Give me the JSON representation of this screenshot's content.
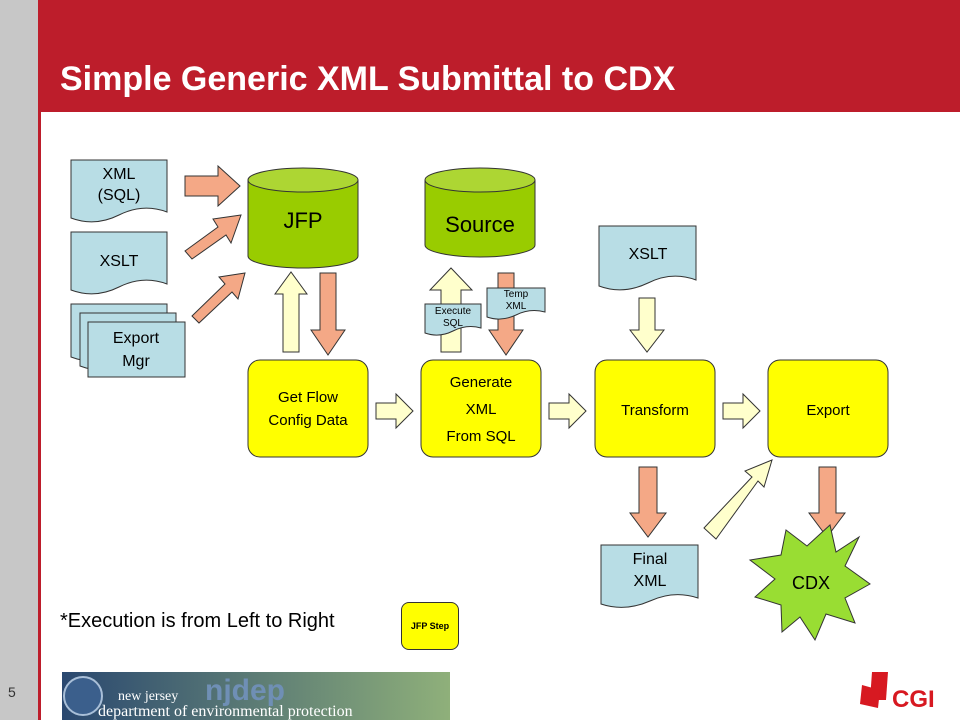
{
  "header": {
    "title": "Simple Generic XML Submittal to CDX"
  },
  "inputs": {
    "xml_sql": [
      "XML",
      "(SQL)"
    ],
    "xslt": "XSLT",
    "export_mgr": [
      "Export",
      "Mgr"
    ]
  },
  "databases": {
    "jfp": "JFP",
    "source": "Source"
  },
  "steps": {
    "get_flow": [
      "Get Flow",
      "Config Data"
    ],
    "generate": [
      "Generate",
      "XML",
      "From SQL"
    ],
    "transform": "Transform",
    "export": "Export"
  },
  "docs": {
    "execute_sql": [
      "Execute",
      "SQL"
    ],
    "temp_xml": [
      "Temp",
      "XML"
    ],
    "xslt2": "XSLT",
    "final_xml": [
      "Final",
      "XML"
    ]
  },
  "cdx": "CDX",
  "footnote": "*Execution is from Left to Right",
  "legend": "JFP Step",
  "page_number": "5",
  "logos": {
    "njdep_small": "new jersey",
    "njdep_big": "njdep",
    "njdep_line": "department of environmental protection",
    "cgi": "CGI"
  },
  "colors": {
    "banner": "#bd1d2b",
    "step": "#ffff00",
    "db": "#99cc00",
    "doc": "#b8dde5",
    "arrow_orange": "#f4a886",
    "arrow_cream": "#ffffcc"
  }
}
